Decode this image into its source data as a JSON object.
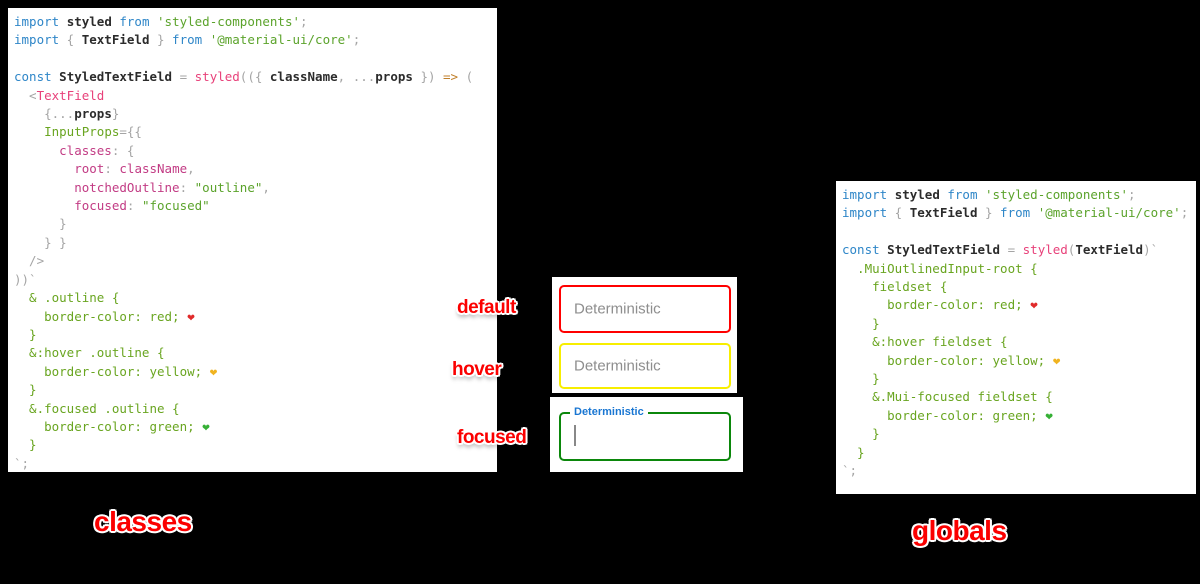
{
  "colors": {
    "background": "#000000",
    "keyword_blue": "#2e86c8",
    "identifier_black": "#2b2b2b",
    "punctuation_gray": "#a5a5a5",
    "component_pink": "#e8417a",
    "object_key_magenta": "#c23b84",
    "string_green": "#5ba32b",
    "css_green": "#69a520",
    "arrow_orange": "#c07f2a",
    "sticker_red": "#fb0000",
    "default_border": "#ff0000",
    "hover_border": "#f7ee00",
    "focused_border": "#0b870b",
    "focused_label_blue": "#1976d2",
    "placeholder_gray": "#8e8e8e"
  },
  "code_left": {
    "caption": "classes",
    "lines": [
      [
        [
          "kw",
          "import"
        ],
        [
          "pl",
          " "
        ],
        [
          "id",
          "styled"
        ],
        [
          "pl",
          " "
        ],
        [
          "kw",
          "from"
        ],
        [
          "pl",
          " "
        ],
        [
          "str",
          "'styled-components'"
        ],
        [
          "pun",
          ";"
        ]
      ],
      [
        [
          "kw",
          "import"
        ],
        [
          "pun",
          " { "
        ],
        [
          "id",
          "TextField"
        ],
        [
          "pun",
          " } "
        ],
        [
          "kw",
          "from"
        ],
        [
          "pl",
          " "
        ],
        [
          "str",
          "'@material-ui/core'"
        ],
        [
          "pun",
          ";"
        ]
      ],
      [],
      [
        [
          "kw",
          "const"
        ],
        [
          "pl",
          " "
        ],
        [
          "id",
          "StyledTextField"
        ],
        [
          "pun",
          " = "
        ],
        [
          "pm",
          "styled"
        ],
        [
          "pun",
          "(({ "
        ],
        [
          "id",
          "className"
        ],
        [
          "pun",
          ", ..."
        ],
        [
          "id",
          "props"
        ],
        [
          "pun",
          " }) "
        ],
        [
          "op",
          "=>"
        ],
        [
          "pun",
          " ("
        ]
      ],
      [
        [
          "pun",
          "  <"
        ],
        [
          "pm",
          "TextField"
        ]
      ],
      [
        [
          "pun",
          "    {..."
        ],
        [
          "id",
          "props"
        ],
        [
          "pun",
          "}"
        ]
      ],
      [
        [
          "pl",
          "    "
        ],
        [
          "grn",
          "InputProps"
        ],
        [
          "pun",
          "={{"
        ]
      ],
      [
        [
          "pl",
          "      "
        ],
        [
          "key",
          "classes"
        ],
        [
          "pun",
          ": {"
        ]
      ],
      [
        [
          "pl",
          "        "
        ],
        [
          "key",
          "root"
        ],
        [
          "pun",
          ": "
        ],
        [
          "key",
          "className"
        ],
        [
          "pun",
          ","
        ]
      ],
      [
        [
          "pl",
          "        "
        ],
        [
          "key",
          "notchedOutline"
        ],
        [
          "pun",
          ": "
        ],
        [
          "str",
          "\"outline\""
        ],
        [
          "pun",
          ","
        ]
      ],
      [
        [
          "pl",
          "        "
        ],
        [
          "key",
          "focused"
        ],
        [
          "pun",
          ": "
        ],
        [
          "str",
          "\"focused\""
        ]
      ],
      [
        [
          "pun",
          "      }"
        ]
      ],
      [
        [
          "pun",
          "    } }"
        ]
      ],
      [
        [
          "pun",
          "  />"
        ]
      ],
      [
        [
          "pun",
          "))`"
        ]
      ],
      [
        [
          "grn",
          "  & .outline {"
        ]
      ],
      [
        [
          "grn",
          "    border-color: red; "
        ],
        [
          "hr",
          "❤"
        ]
      ],
      [
        [
          "grn",
          "  }"
        ]
      ],
      [
        [
          "grn",
          "  &:hover .outline {"
        ]
      ],
      [
        [
          "grn",
          "    border-color: yellow; "
        ],
        [
          "hy",
          "❤"
        ]
      ],
      [
        [
          "grn",
          "  }"
        ]
      ],
      [
        [
          "grn",
          "  &.focused .outline {"
        ]
      ],
      [
        [
          "grn",
          "    border-color: green; "
        ],
        [
          "hg",
          "❤"
        ]
      ],
      [
        [
          "grn",
          "  }"
        ]
      ],
      [
        [
          "pun",
          "`;"
        ]
      ]
    ]
  },
  "code_right": {
    "caption": "globals",
    "lines": [
      [
        [
          "kw",
          "import"
        ],
        [
          "pl",
          " "
        ],
        [
          "id",
          "styled"
        ],
        [
          "pl",
          " "
        ],
        [
          "kw",
          "from"
        ],
        [
          "pl",
          " "
        ],
        [
          "str",
          "'styled-components'"
        ],
        [
          "pun",
          ";"
        ]
      ],
      [
        [
          "kw",
          "import"
        ],
        [
          "pun",
          " { "
        ],
        [
          "id",
          "TextField"
        ],
        [
          "pun",
          " } "
        ],
        [
          "kw",
          "from"
        ],
        [
          "pl",
          " "
        ],
        [
          "str",
          "'@material-ui/core'"
        ],
        [
          "pun",
          ";"
        ]
      ],
      [],
      [
        [
          "kw",
          "const"
        ],
        [
          "pl",
          " "
        ],
        [
          "id",
          "StyledTextField"
        ],
        [
          "pun",
          " = "
        ],
        [
          "pm",
          "styled"
        ],
        [
          "pun",
          "("
        ],
        [
          "id",
          "TextField"
        ],
        [
          "pun",
          ")`"
        ]
      ],
      [
        [
          "grn",
          "  .MuiOutlinedInput-root {"
        ]
      ],
      [
        [
          "grn",
          "    fieldset {"
        ]
      ],
      [
        [
          "grn",
          "      border-color: red; "
        ],
        [
          "hr",
          "❤"
        ]
      ],
      [
        [
          "grn",
          "    }"
        ]
      ],
      [
        [
          "grn",
          "    &:hover fieldset {"
        ]
      ],
      [
        [
          "grn",
          "      border-color: yellow; "
        ],
        [
          "hy",
          "❤"
        ]
      ],
      [
        [
          "grn",
          "    }"
        ]
      ],
      [
        [
          "grn",
          "    &.Mui-focused fieldset {"
        ]
      ],
      [
        [
          "grn",
          "      border-color: green; "
        ],
        [
          "hg",
          "❤"
        ]
      ],
      [
        [
          "grn",
          "    }"
        ]
      ],
      [
        [
          "grn",
          "  }"
        ]
      ],
      [
        [
          "pun",
          "`;"
        ]
      ]
    ]
  },
  "middle": {
    "states": [
      {
        "label": "default",
        "placeholder": "Deterministic"
      },
      {
        "label": "hover",
        "placeholder": "Deterministic"
      },
      {
        "label": "focused",
        "field_label": "Deterministic"
      }
    ]
  }
}
